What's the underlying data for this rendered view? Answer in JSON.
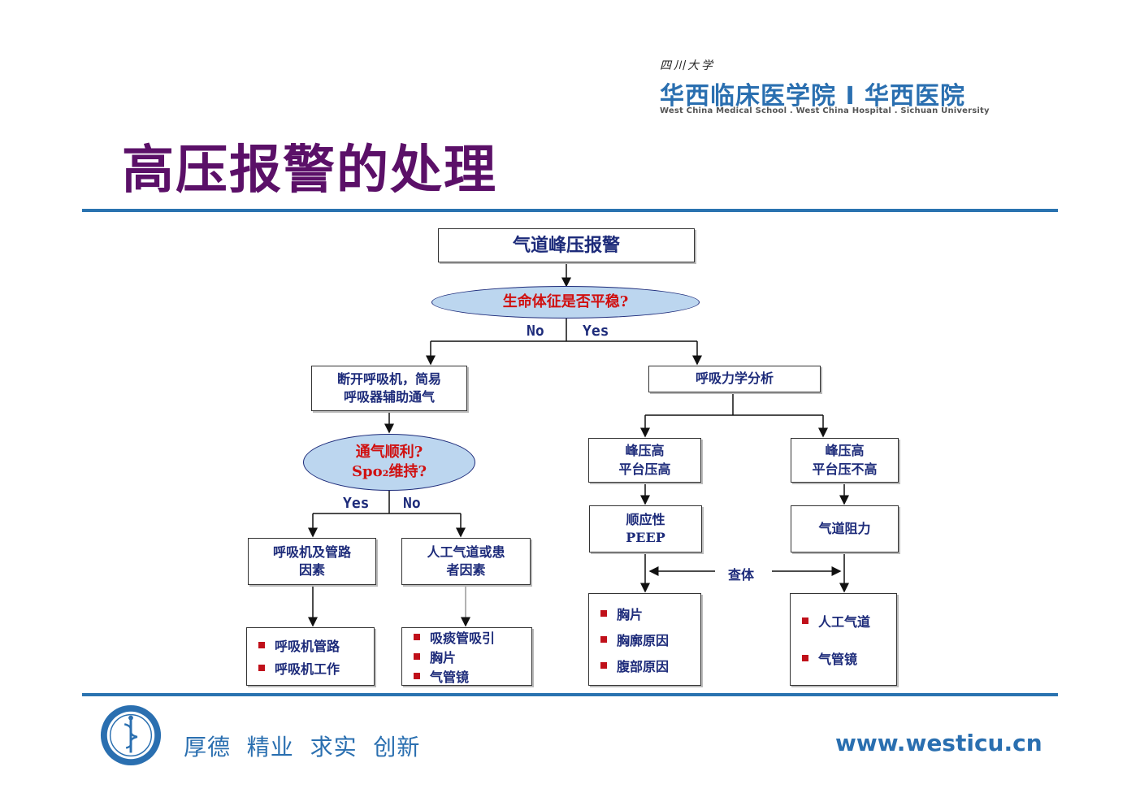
{
  "header": {
    "university": "四川大学",
    "school": "华西临床医学院 I 华西医院",
    "school_en": "West China Medical School . West China Hospital . Sichuan University"
  },
  "title": "高压报警的处理",
  "flow": {
    "root": "气道峰压报警",
    "q_vitals": "生命体征是否平稳?",
    "no": "No",
    "yes": "Yes",
    "left_action": [
      "断开呼吸机，简易",
      "呼吸器辅助通气"
    ],
    "q_vent": [
      "通气顺利?",
      "Spo₂维持?"
    ],
    "left_yes": "Yes",
    "left_no": "No",
    "vent_factors": [
      "呼吸机及管路",
      "因素"
    ],
    "airway_factors": [
      "人工气道或患",
      "者因素"
    ],
    "vent_list": [
      "呼吸机管路",
      "呼吸机工作"
    ],
    "airway_list": [
      "吸痰管吸引",
      "胸片",
      "气管镜"
    ],
    "mechanics": "呼吸力学分析",
    "peak_high_plateau_high": [
      "峰压高",
      "平台压高"
    ],
    "peak_high_plateau_normal": [
      "峰压高",
      "平台压不高"
    ],
    "compliance": [
      "顺应性",
      "PEEP"
    ],
    "resistance": "气道阻力",
    "exam": "查体",
    "compliance_list": [
      "胸片",
      "胸廓原因",
      "腹部原因"
    ],
    "resistance_list": [
      "人工气道",
      "气管镜"
    ]
  },
  "footer": {
    "motto": "厚德  精业  求实  创新",
    "website": "www.westicu.cn"
  },
  "colors": {
    "title": "#5b1068",
    "brand_blue": "#2a73b0",
    "box_text": "#1d2b7a",
    "question_text": "#d01010",
    "ellipse_fill": "#bcd6ef",
    "bullet": "#c0101a"
  }
}
